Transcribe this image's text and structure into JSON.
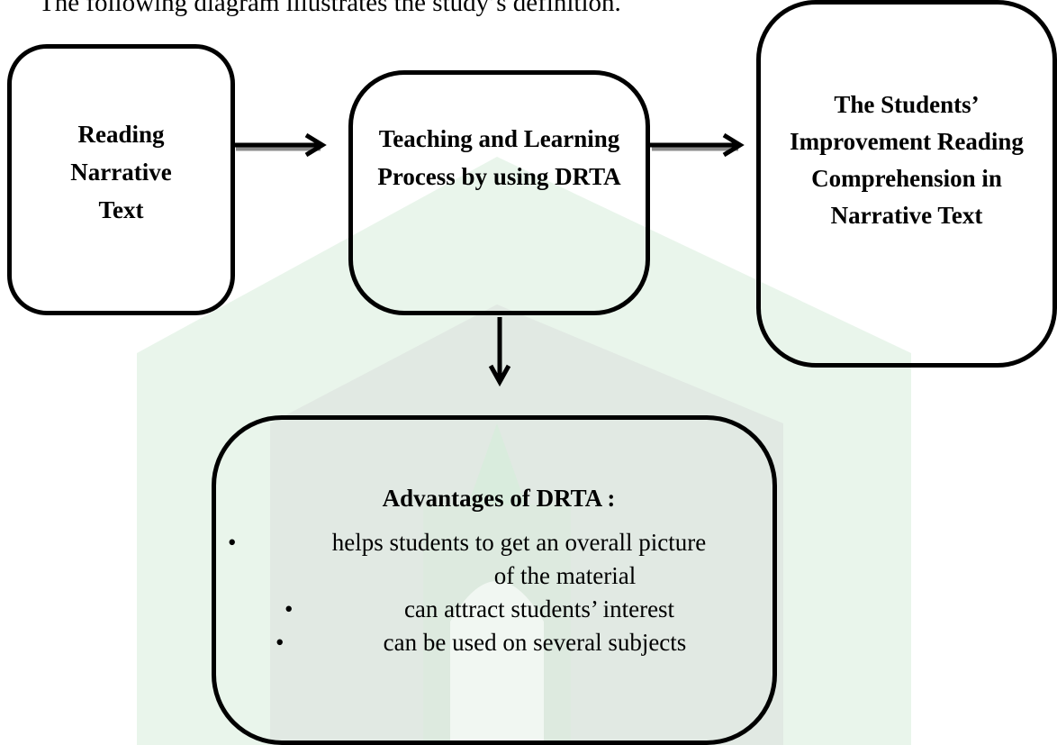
{
  "intro_text": "The following diagram illustrates the study’s definition.",
  "boxes": {
    "reading": "Reading Narrative Text",
    "process": "Teaching and Learning Process by using DRTA",
    "result": "The Students’ Improvement Reading Comprehension in Narrative Text"
  },
  "advantages": {
    "title": "Advantages of DRTA :",
    "items": [
      "helps students to get an overall picture",
      "of the material",
      "can attract students’ interest",
      "can be used on several subjects"
    ],
    "bullet_symbol": "•"
  },
  "colors": {
    "watermark_green": "#d7ecdb",
    "watermark_gray": "#dbdfdd",
    "arrow_shadow": "#8c8c8c"
  }
}
